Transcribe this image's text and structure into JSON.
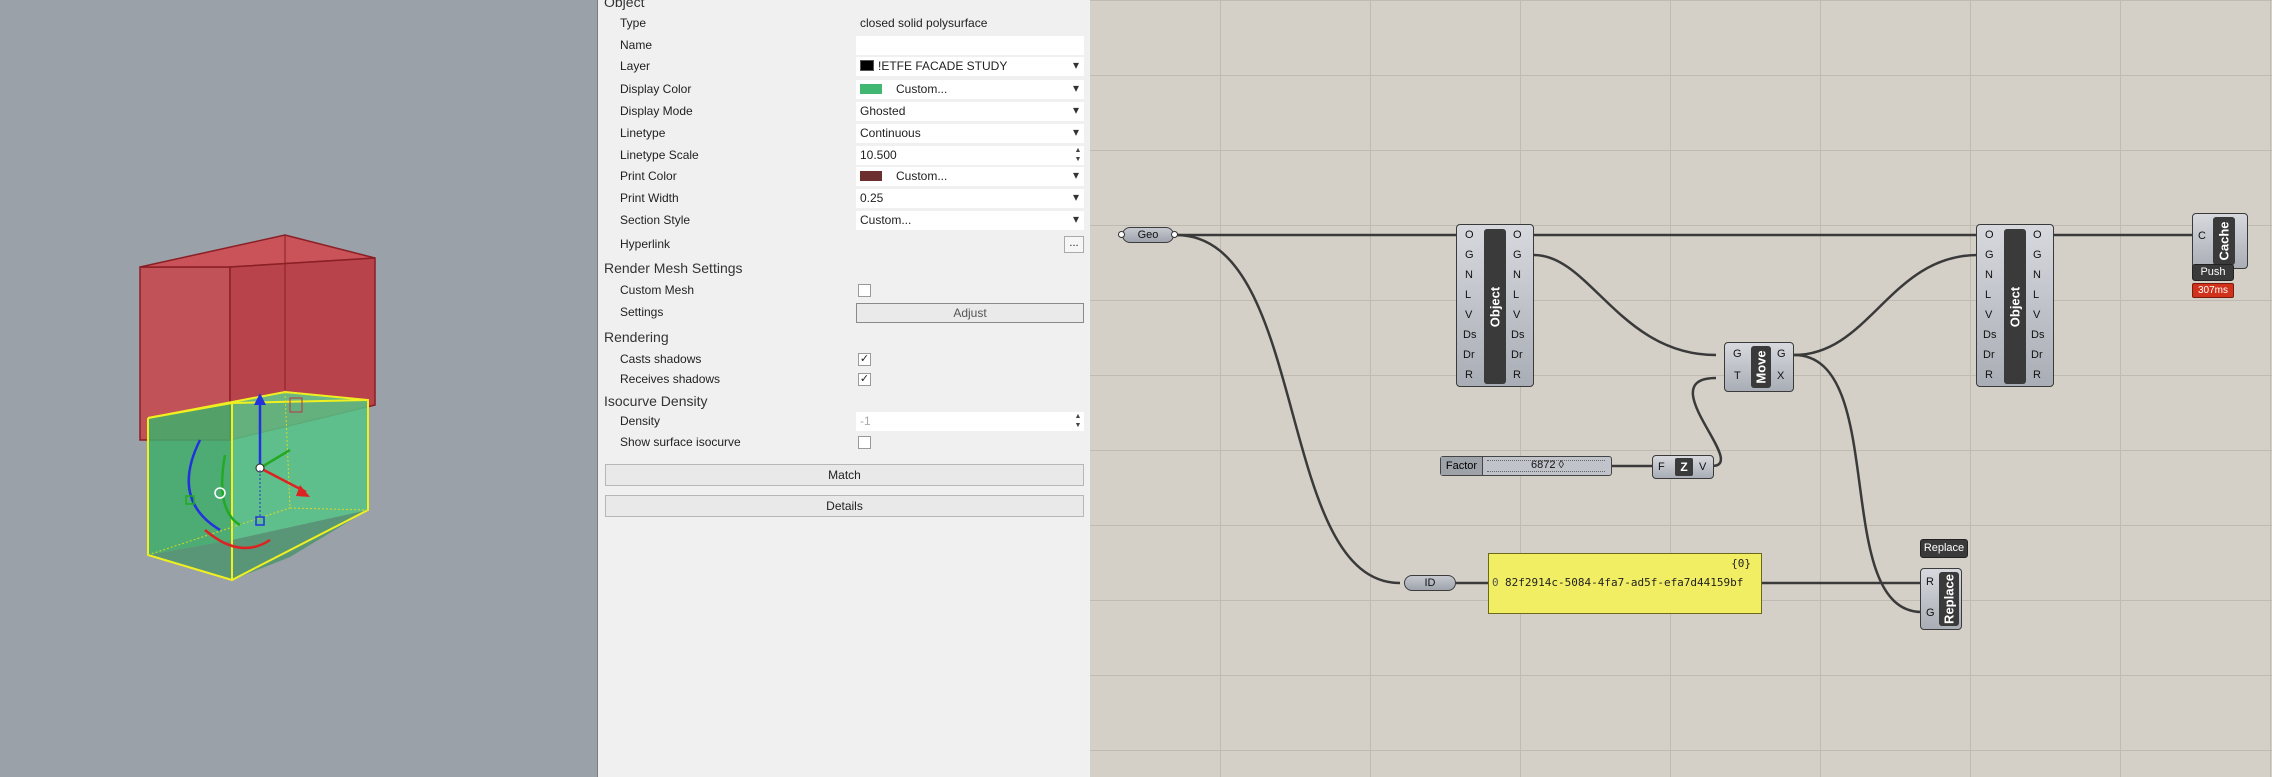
{
  "properties": {
    "section_object": "Object",
    "rows": [
      {
        "label": "Type",
        "value": "closed solid polysurface"
      },
      {
        "label": "Name",
        "value": ""
      },
      {
        "label": "Layer",
        "value": "!ETFE FACADE STUDY"
      },
      {
        "label": "Display Color",
        "value": "Custom..."
      },
      {
        "label": "Display Mode",
        "value": "Ghosted"
      },
      {
        "label": "Linetype",
        "value": "Continuous"
      },
      {
        "label": "Linetype Scale",
        "value": "10.500"
      },
      {
        "label": "Print Color",
        "value": "Custom..."
      },
      {
        "label": "Print Width",
        "value": "0.25"
      },
      {
        "label": "Section Style",
        "value": "Custom..."
      },
      {
        "label": "Hyperlink",
        "value": ""
      }
    ],
    "colors": {
      "layer": "#000000",
      "display": "#41b872",
      "print": "#6b2f2f"
    },
    "section_render_mesh": "Render Mesh Settings",
    "custom_mesh_label": "Custom Mesh",
    "settings_label": "Settings",
    "adjust_label": "Adjust",
    "section_rendering": "Rendering",
    "casts_shadows_label": "Casts shadows",
    "receives_shadows_label": "Receives shadows",
    "section_isocurve": "Isocurve Density",
    "density_label": "Density",
    "density_value": "-1",
    "show_isocurve_label": "Show surface isocurve",
    "match_label": "Match",
    "details_label": "Details",
    "ellipsis": "..."
  },
  "canvas": {
    "geo_label": "Geo",
    "object_name": "Object",
    "object_inputs": [
      "O",
      "G",
      "N",
      "L",
      "V",
      "Ds",
      "Dr",
      "R"
    ],
    "move_name": "Move",
    "move_inputs": [
      "G",
      "T"
    ],
    "move_outputs": [
      "G",
      "X"
    ],
    "factor_label": "Factor",
    "factor_value": "6872 ◊",
    "unitz_name": "Z",
    "unitz_in": "F",
    "unitz_out": "V",
    "id_label": "ID",
    "panel_header": "{0}",
    "panel_index": "0",
    "panel_value": "82f2914c-5084-4fa7-ad5f-efa7d44159bf",
    "replace_tag": "Replace",
    "replace_name": "Replace",
    "replace_inputs": [
      "R",
      "G"
    ],
    "cache_name": "Cache",
    "cache_in": "C",
    "push_label": "Push",
    "timing_label": "307ms"
  }
}
